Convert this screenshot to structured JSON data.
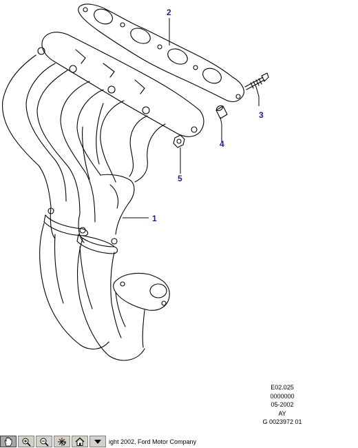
{
  "callouts": [
    {
      "number": "1"
    },
    {
      "number": "2"
    },
    {
      "number": "3"
    },
    {
      "number": "4"
    },
    {
      "number": "5"
    }
  ],
  "meta": {
    "line1": "E02.025",
    "line2": "0000000",
    "line3": "05-2002",
    "line4": "AY",
    "line5": "G 0023972 01"
  },
  "toolbar": {
    "copyright_text": "ight 2002, Ford Motor Company",
    "buttons": [
      {
        "icon": "pan-hand-icon"
      },
      {
        "icon": "zoom-in-icon"
      },
      {
        "icon": "zoom-out-icon"
      },
      {
        "icon": "fit-cursor-icon"
      },
      {
        "icon": "home-icon"
      },
      {
        "icon": "dropdown-arrow-icon"
      }
    ]
  },
  "colors": {
    "callout": "#1a1aa8",
    "line": "#000000"
  }
}
